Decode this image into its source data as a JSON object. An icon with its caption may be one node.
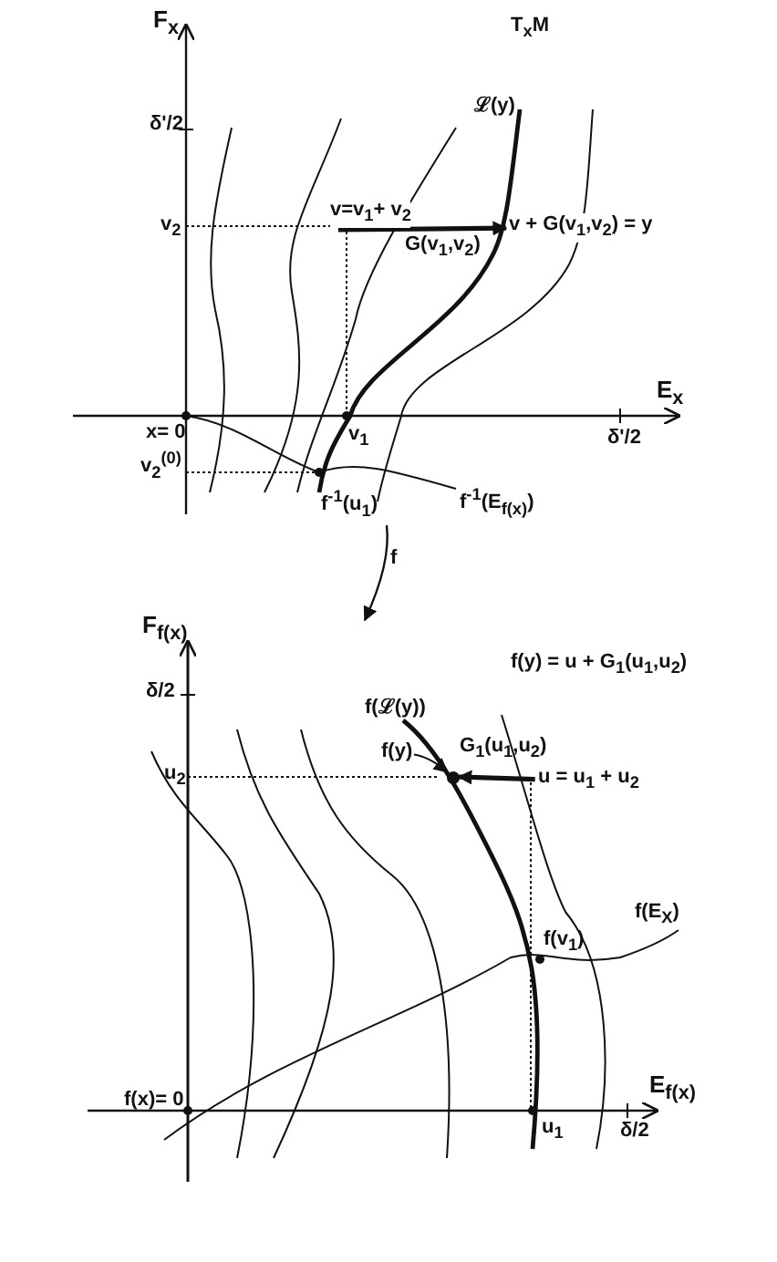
{
  "diagram": {
    "nodes": [
      {
        "text": [
          "v=v$_{1}$+ v$_{2}$"
        ]
      },
      {
        "text": [
          "v + G(v$_{1}$,v$_{2}$) = y"
        ]
      },
      {
        "text": [
          "u = u$_{1}$ + u$_{2}$"
        ]
      },
      {
        "text": [],
        "shape": "circle"
      },
      {
        "text": [
          "f(y)"
        ]
      }
    ],
    "edges": [
      {
        "from": 0,
        "to": 1,
        "arrow": "to",
        "label": "G(v$_{1}$,v$_{2}$)"
      },
      {
        "from": 2,
        "to": 3,
        "arrow": "to",
        "label": "G$_{1}$(u$_{1}$,u$_{2}$)"
      },
      {
        "from": 4,
        "to": 3,
        "arrow": "to"
      }
    ],
    "labels": [
      "F$_{x}$",
      "T$_{x}$M",
      "ℒ(y)",
      "δ'/2",
      "v$_{2}$",
      "E$_{x}$",
      "x= 0",
      "v$_{1}$",
      "v$_{2}$$^{(0)}$",
      "δ'/2",
      "f$^{-1}$(u$_{1}$)",
      "f$^{-1}$(E$_{f(x)}$)",
      "f",
      "F$_{f(x)}$",
      "f(y) = u + G$_{1}$(u$_{1}$,u$_{2}$)",
      "δ/2",
      "f(ℒ(y))",
      "u$_{2}$",
      "f(E$_{X}$)",
      "f(v$_{1}$)",
      "f(x)= 0",
      "E$_{f(x)}$",
      "u$_{1}$",
      "δ/2"
    ]
  }
}
